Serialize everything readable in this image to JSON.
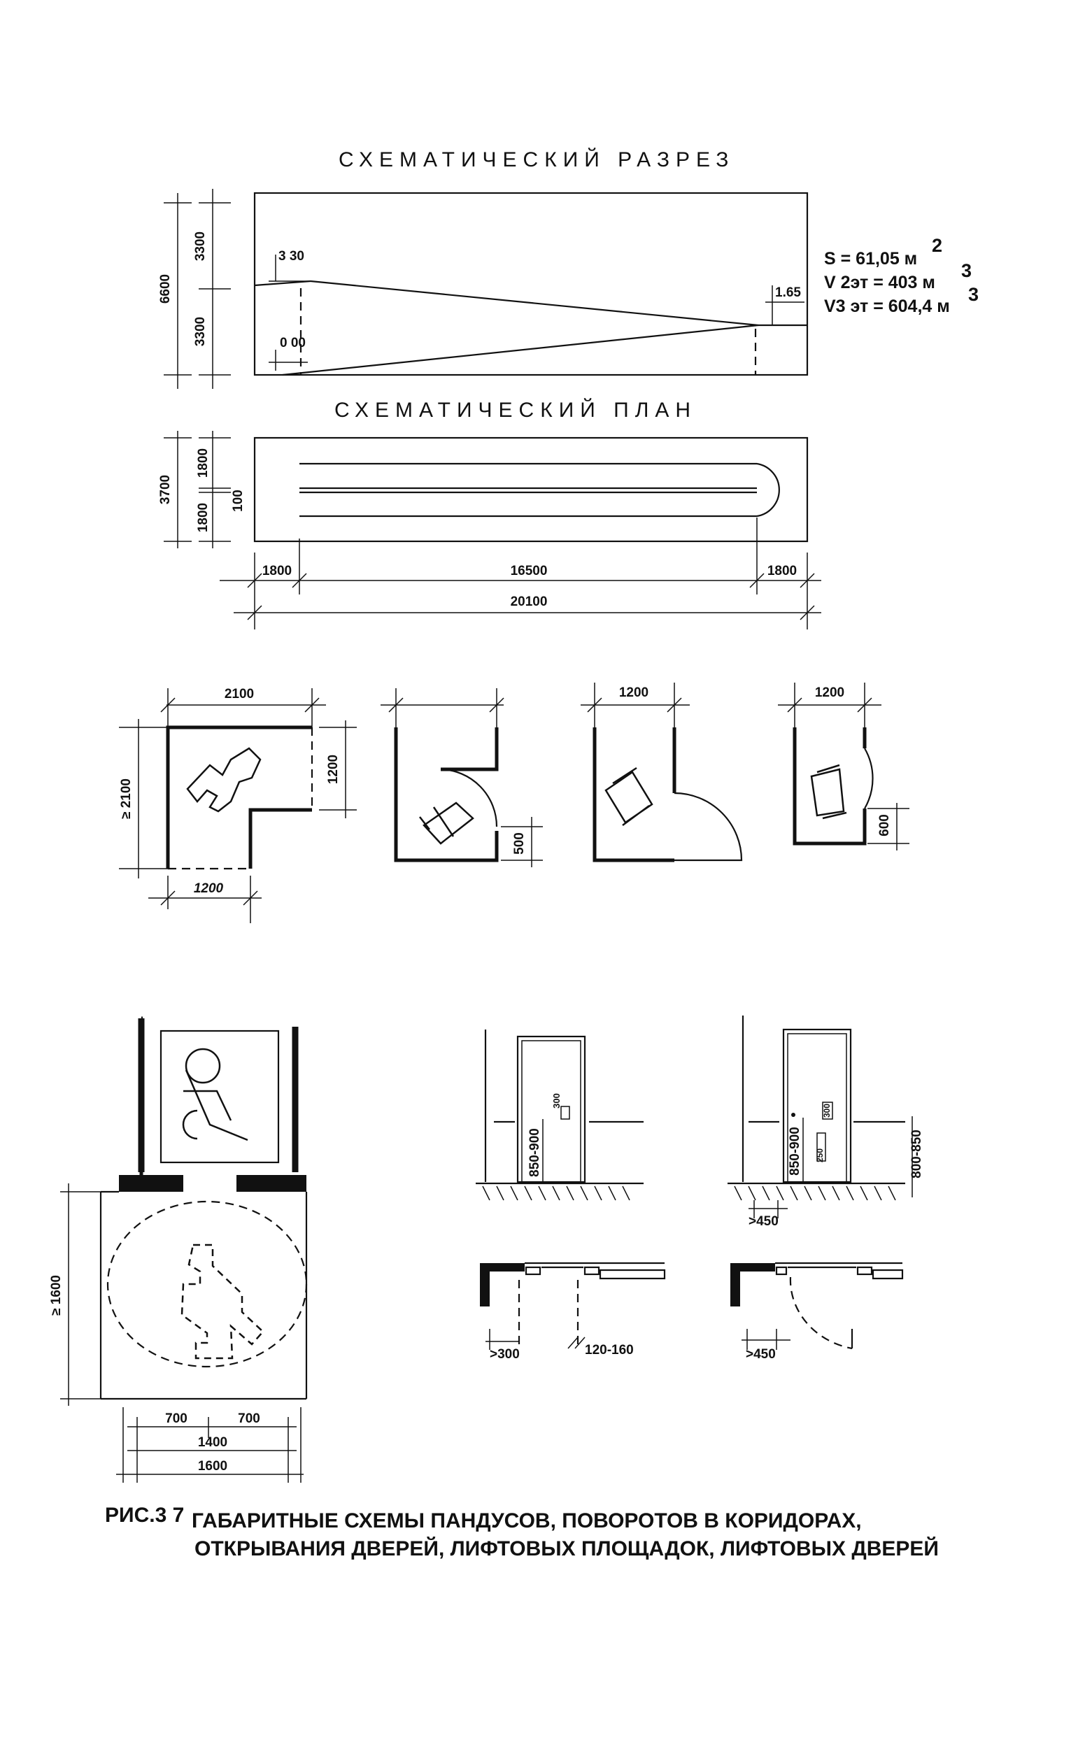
{
  "section": {
    "title": "СХЕМАТИЧЕСКИЙ РАЗРЕЗ",
    "dim_total": "6600",
    "dim_upper": "3300",
    "dim_lower": "3300",
    "level_top": "3 30",
    "level_bottom": "0 00",
    "level_landing": "1.65",
    "formula_s": "S = 61,05 м",
    "formula_s_sup": "2",
    "formula_v2": "V 2эт = 403  м",
    "formula_v2_sup": "3",
    "formula_v3": "V3 эт = 604,4 м",
    "formula_v3_sup": "3"
  },
  "plan": {
    "title": "СХЕМАТИЧЕСКИЙ ПЛАН",
    "dim_total": "3700",
    "dim_top": "1800",
    "dim_bottom": "1800",
    "dim_gap": "100",
    "dim_left": "1800",
    "dim_middle": "16500",
    "dim_right": "1800",
    "dim_overall": "20100"
  },
  "turns": {
    "l_top": "2100",
    "l_left": "≥ 2100",
    "l_right": "1200",
    "l_bottom": "1200",
    "door2_dim": "500",
    "door3_top": "1200",
    "door4_top": "1200",
    "door4_dim": "600"
  },
  "lift": {
    "dim_depth": "≥ 1600",
    "dim_700a": "700",
    "dim_700b": "700",
    "dim_1400": "1400",
    "dim_1600": "1600"
  },
  "doors": {
    "d1_height": "850-900",
    "d1_small": "300",
    "d2_height": "850-900",
    "d2_small_a": "300",
    "d2_small_b": "250",
    "d2_right": "800-850",
    "d2_offset": ">450",
    "p1_left": ">300",
    "p1_right": "120-160",
    "p2_offset": ">450"
  },
  "caption": {
    "number": "РИС.3 7",
    "line1": "ГАБАРИТНЫЕ СХЕМЫ ПАНДУСОВ, ПОВОРОТОВ В КОРИДОРАХ,",
    "line2": "ОТКРЫВАНИЯ ДВЕРЕЙ, ЛИФТОВЫХ ПЛОЩАДОК, ЛИФТОВЫХ ДВЕРЕЙ"
  }
}
